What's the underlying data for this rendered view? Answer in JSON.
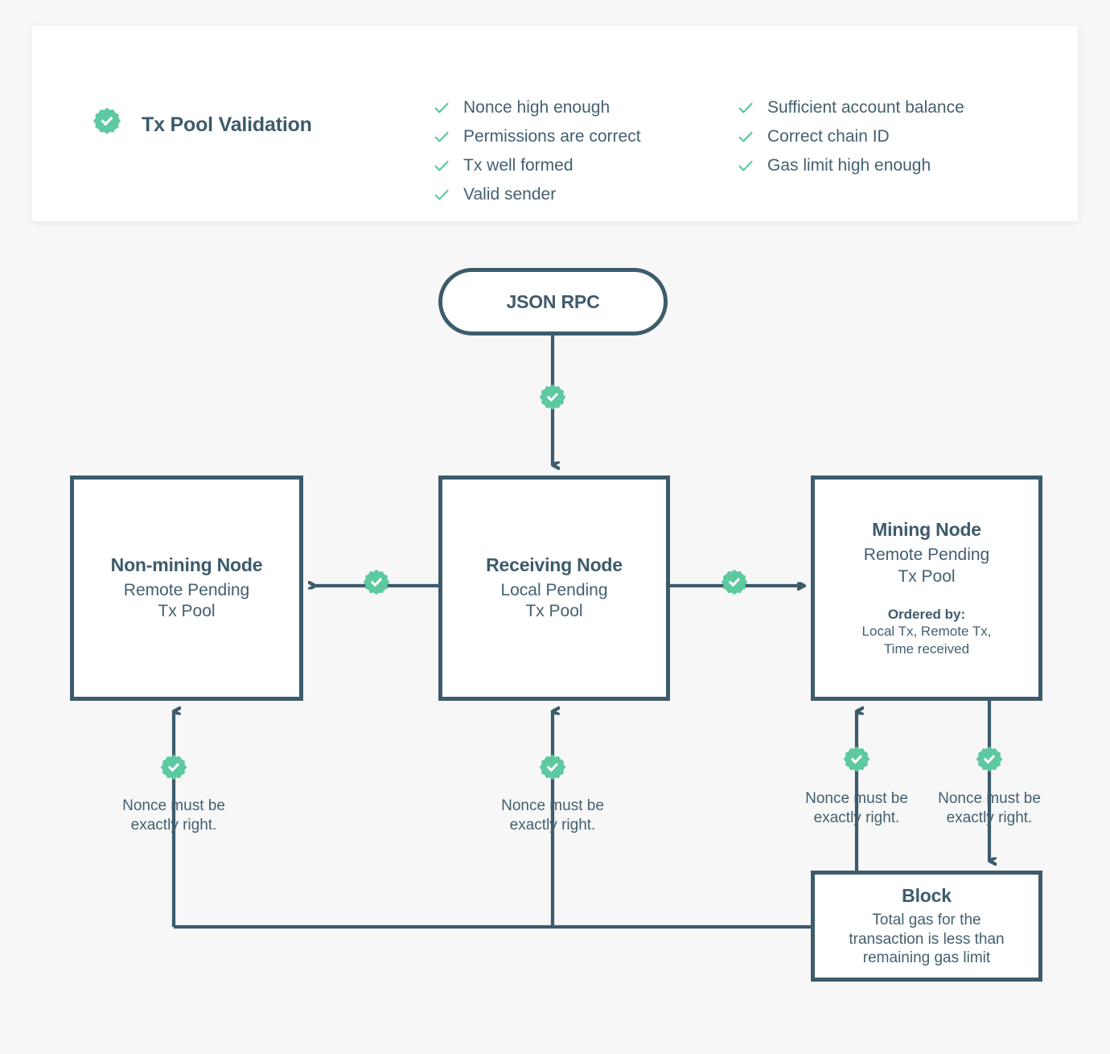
{
  "validation_card": {
    "badge_icon": "check-rosette-icon",
    "title": "Tx Pool Validation",
    "columns": [
      {
        "items": [
          "Nonce high enough",
          "Permissions are correct",
          "Tx well formed",
          "Valid sender"
        ]
      },
      {
        "items": [
          "Sufficient account balance",
          "Correct chain ID",
          "Gas limit high enough"
        ]
      }
    ]
  },
  "nodes": {
    "json_rpc": {
      "title": "JSON RPC"
    },
    "non_mining": {
      "title": "Non-mining Node",
      "subtitle": "Remote Pending\nTx Pool"
    },
    "receiving": {
      "title": "Receiving Node",
      "subtitle": "Local Pending\nTx Pool"
    },
    "mining": {
      "title": "Mining Node",
      "subtitle": "Remote Pending\nTx Pool",
      "ordered_label": "Ordered by:",
      "ordered_value": "Local Tx, Remote Tx,\nTime received"
    },
    "block": {
      "title": "Block",
      "subtitle": "Total gas for the\ntransaction is less than\nremaining gas limit"
    }
  },
  "captions": {
    "nonce_non_mining": "Nonce must be\nexactly right.",
    "nonce_receiving": "Nonce must be\nexactly right.",
    "nonce_mining_left": "Nonce must be\nexactly right.",
    "nonce_mining_right": "Nonce must be\nexactly right."
  },
  "badges": {
    "rpc_to_receiving": "check-rosette-icon",
    "receiving_to_non_mining": "check-rosette-icon",
    "receiving_to_mining": "check-rosette-icon",
    "block_to_non_mining": "check-rosette-icon",
    "block_to_receiving": "check-rosette-icon",
    "block_to_mining": "check-rosette-icon",
    "mining_to_block": "check-rosette-icon"
  },
  "colors": {
    "background": "#f7f7f7",
    "card": "#ffffff",
    "dark": "#3d5b6b",
    "text": "#44606f",
    "green": "#5cc9a0"
  }
}
